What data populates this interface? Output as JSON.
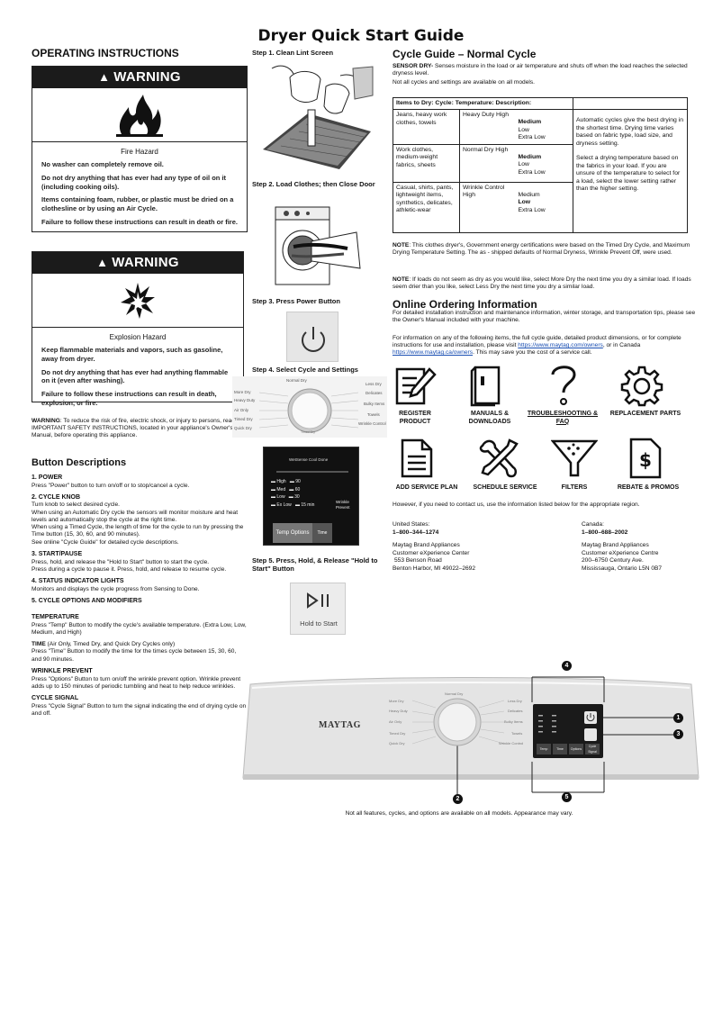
{
  "title": "Dryer Quick Start Guide",
  "op_heading": "OPERATING INSTRUCTIONS",
  "warning1": {
    "head": "WARNING",
    "hazard": "Fire Hazard",
    "lines": [
      "No washer can completely remove oil.",
      "Do not dry anything that has ever had any type of oil on it (including cooking oils).",
      "Items containing foam, rubber, or plastic must be dried on a clothesline or by using an Air Cycle.",
      "Failure to follow these instructions can result in death or fire."
    ]
  },
  "warning2": {
    "head": "WARNING",
    "hazard": "Explosion Hazard",
    "lines": [
      "Keep flammable materials and vapors, such as gasoline, away from dryer.",
      "Do not dry anything that has ever had anything flammable on it (even after washing).",
      "Failure to follow these instructions can result in death, explosion, or fire."
    ]
  },
  "warning_note": {
    "label": "WARNING",
    "text": ": To reduce the risk of fire, electric shock, or injury to persons, read the IMPORTANT SAFETY INSTRUCTIONS, located in your appliance's Owner's Manual, before operating this appliance."
  },
  "button_desc": {
    "heading": "Button Descriptions",
    "power_t": "1. POWER",
    "power_d": "Press \"Power\" button to turn on/off or to stop/cancel a cycle.",
    "knob_t": "2. CYCLE KNOB",
    "knob_d1": "Turn knob to select desired cycle.",
    "knob_d2": "When using an Automatic Dry cycle the sensors will monitor moisture and heat levels and automatically stop the cycle at the right time.",
    "knob_d3": "When using a Timed Cycle, the length of time for the cycle to run by pressing the Time button (15, 30, 60, and 90 minutes).",
    "knob_d4": "See online \"Cycle Guide\" for detailed  cycle descriptions.",
    "start_t": "3. START/PAUSE",
    "start_d1": "Press, hold, and release the \"Hold to Start\" button to start the cycle.",
    "start_d2": "Press during a cycle to pause it. Press, hold, and release to resume cycle.",
    "status_t": "4. STATUS INDICATOR LIGHTS",
    "status_d": "Monitors and displays the cycle progress from Sensing to Done.",
    "options_t": "5. CYCLE OPTIONS AND MODIFIERS",
    "temp_t": "TEMPERATURE",
    "temp_d": "Press \"Temp\" Button to modify the cycle's available temperature. (Extra Low, Low, Medium, and High)",
    "time_t": "TIME",
    "time_t2": " (Air Only, Timed Dry, and Quick Dry Cycles only)",
    "time_d": "Press \"Time\" Button to modify the time for the times cycle between 15, 30, 60, and 90 minutes.",
    "wrinkle_t": "WRINKLE PREVENT",
    "wrinkle_d": "Press \"Options\" Button to turn on/off the wrinkle prevent option. Wrinkle prevent adds up to 150 minutes of periodic tumbling and heat to help reduce wrinkles.",
    "signal_t": "CYCLE SIGNAL",
    "signal_d": "Press \"Cycle Signal\" Button to turn the signal indicating the end of drying cycle on and off."
  },
  "steps": {
    "s1": "Step 1. Clean Lint Screen",
    "s2": "Step 2. Load Clothes; then Close Door",
    "s3": "Step 3. Press Power Button",
    "s4": "Step 4. Select Cycle and Settings",
    "s5": "Step 5. Press, Hold, & Release \"Hold to Start\" Button",
    "hold_label": "Hold to Start",
    "knob_labels": [
      "Normal Dry",
      "More Dry",
      "Less Dry",
      "Heavy Duty",
      "Delicates",
      "Air Only",
      "Bulky Items",
      "Timed Dry",
      "Towels",
      "Quick Dry",
      "Wrinkle Control",
      "Timed Dry"
    ],
    "panel_title": "WetSense Cool Done",
    "panel_rows": [
      [
        "High",
        "90"
      ],
      [
        "Med",
        "60"
      ],
      [
        "Low",
        "30"
      ],
      [
        "Ex Low",
        "15 min"
      ]
    ],
    "panel_wrinkle": "Wrinkle Prevent",
    "panel_temp": "Temp Options",
    "panel_time": "Time"
  },
  "cycle_guide": {
    "heading": "Cycle Guide – Normal Cycle",
    "sensor_label": "SENSOR DRY-",
    "sensor_text": " Senses moisture in the load or air temperature and shuts off when the load reaches the selected dryness level.",
    "note_avail": "Not all cycles and settings are available on all models.",
    "table_header": "Items to Dry: Cycle: Temperature: Description:",
    "rows": [
      {
        "items": "Jeans, heavy work clothes, towels",
        "cycle": "Heavy Duty High",
        "temps": [
          "Medium",
          "Low",
          "Extra Low"
        ],
        "bold": 0
      },
      {
        "items": "Work clothes, medium-weight fabrics, sheets",
        "cycle": "Normal Dry High",
        "temps": [
          "Medium",
          "Low",
          "Extra Low"
        ],
        "bold": 0
      },
      {
        "items": "Casual, shirts, pants, lightweight items, synthetics, delicates, athletic-wear",
        "cycle": "Wrinkle Control High",
        "temps": [
          "Medium",
          "Low",
          "Extra Low"
        ],
        "bold": 1
      }
    ],
    "desc1": "Automatic cycles give the best drying in the shortest time. Drying time varies based on fabric type, load size, and dryness setting.",
    "desc2": "Select a drying temperature based on the fabrics in your load. If you are unsure of the temperature to select for a load, select the lower setting rather than the higher setting.",
    "note1_label": "NOTE",
    "note1": ": This clothes dryer's, Government energy certifications were based on the Timed Dry Cycle, and Maximum Drying Temperature Setting. The as - shipped defaults of Normal Dryness, Wrinkle Prevent Off, were used.",
    "note2_label": "NOTE",
    "note2": ": If loads do not seem as dry as you would like, select More Dry the next time you dry a similar load. If loads seem drier than you like, select Less Dry the next time you dry a similar load."
  },
  "online": {
    "heading": "Online Ordering Information",
    "p1": "For detailed installation instruction and maintenance information, winter storage, and transportation tips, please see the Owner's Manual included with your machine.",
    "p2a": "For information on any of the following items, the full cycle guide, detailed product dimensions, or for complete instructions for use and installation, please visit ",
    "link1": "https://www.maytag.com/owners",
    "p2b": ", or in Canada ",
    "link2": "https://www.maytag.ca/owners",
    "p2c": ". This may save you the cost of a service call.",
    "icons": [
      "REGISTER PRODUCT",
      "MANUALS & DOWNLOADS",
      "TROUBLESHOOTING & FAQ",
      "REPLACEMENT PARTS",
      "ADD SERVICE PLAN",
      "SCHEDULE SERVICE",
      "FILTERS",
      "REBATE & PROMOS"
    ],
    "contact_note": "However, if you need to contact us, use the information listed below for the appropriate region.",
    "us": {
      "country": "United States:",
      "phone": "1–800–344–1274",
      "l1": "Maytag Brand Appliances",
      "l2": "Customer eXperience Center",
      "l3": "553 Benson Road",
      "l4": "Benton Harbor, MI 49022–2692"
    },
    "ca": {
      "country": "Canada:",
      "phone": "1–800–688–2002",
      "l1": "Maytag Brand Appliances",
      "l2": "Customer eXperience Centre",
      "l3": "200–6750 Century Ave.",
      "l4": "Mississauga, Ontario L5N 0B7"
    }
  },
  "panel_diagram": {
    "brand": "MAYTAG",
    "callouts": [
      "4",
      "1",
      "3",
      "2",
      "5"
    ],
    "knob_labels_left": [
      "More Dry",
      "Heavy Duty",
      "Air Only",
      "Timed Dry",
      "Quick Dry"
    ],
    "knob_labels_right": [
      "Less Dry",
      "Delicates",
      "Bulky Items",
      "Towels",
      "Wrinkle Control"
    ],
    "knob_top": "Normal Dry",
    "buttons": [
      "Temp",
      "Time",
      "Options",
      "Cycle Signal"
    ],
    "footer": "Not all features, cycles, and options are available on all models. Appearance may vary."
  }
}
